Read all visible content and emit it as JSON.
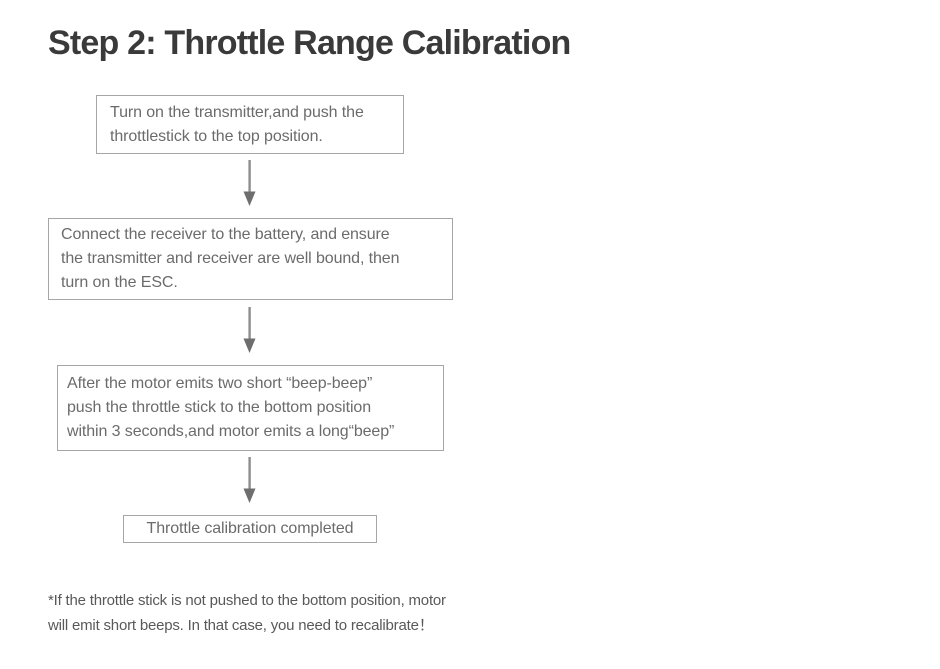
{
  "title": "Step 2: Throttle Range Calibration",
  "flowchart": {
    "steps": [
      {
        "name": "step-1",
        "lines": [
          "Turn on the transmitter,and push the",
          "throttlestick to the top position."
        ]
      },
      {
        "name": "step-2",
        "lines": [
          "Connect the receiver to the battery, and ensure",
          "the transmitter and receiver are well bound, then",
          "turn on the ESC."
        ]
      },
      {
        "name": "step-3",
        "lines": [
          "After the motor emits two short “beep-beep”",
          "push the throttle stick to the bottom position",
          "within 3 seconds,and motor emits a long“beep”"
        ]
      },
      {
        "name": "step-4",
        "lines": [
          "Throttle calibration completed"
        ]
      }
    ],
    "connector_icon": "down-arrow"
  },
  "footnote": {
    "lines": [
      "*If the throttle stick is not pushed to the bottom position, motor",
      "will emit short beeps. In that case, you need to recalibrate！"
    ]
  },
  "colors": {
    "background": "#ffffff",
    "title_text": "#3a3a3a",
    "box_border": "#a6a6a6",
    "box_text": "#6b6b6b",
    "arrow_shaft": "#8e8e8e",
    "arrow_head": "#6e6e6e",
    "footnote_text": "#595959"
  }
}
